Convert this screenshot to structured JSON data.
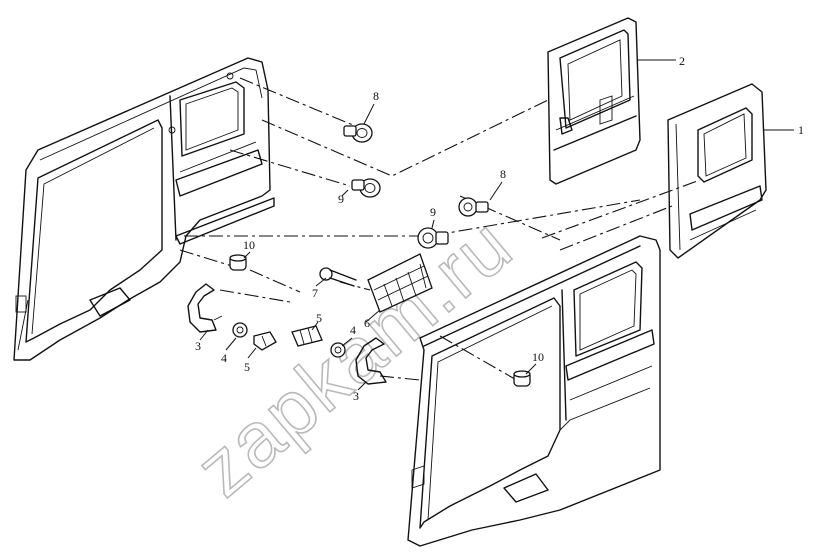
{
  "watermark": "zapkam.ru",
  "callouts": [
    {
      "label": "1"
    },
    {
      "label": "2"
    },
    {
      "label": "8"
    },
    {
      "label": "9"
    },
    {
      "label": "8"
    },
    {
      "label": "9"
    },
    {
      "label": "10"
    },
    {
      "label": "7"
    },
    {
      "label": "6"
    },
    {
      "label": "5"
    },
    {
      "label": "4"
    },
    {
      "label": "3"
    },
    {
      "label": "4"
    },
    {
      "label": "5"
    },
    {
      "label": "3"
    },
    {
      "label": "10"
    }
  ]
}
